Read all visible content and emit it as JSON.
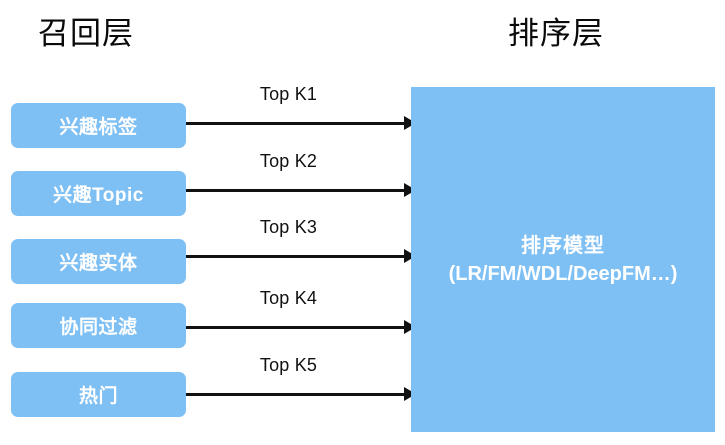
{
  "diagram": {
    "columns": {
      "recall": {
        "title": "召回层"
      },
      "ranking": {
        "title": "排序层"
      }
    },
    "recall_sources": [
      {
        "label": "兴趣标签"
      },
      {
        "label": "兴趣Topic"
      },
      {
        "label": "兴趣实体"
      },
      {
        "label": "协同过滤"
      },
      {
        "label": "热门"
      }
    ],
    "arrows": [
      {
        "label": "Top K1"
      },
      {
        "label": "Top K2"
      },
      {
        "label": "Top K3"
      },
      {
        "label": "Top K4"
      },
      {
        "label": "Top K5"
      }
    ],
    "ranking_box": {
      "title": "排序模型",
      "subtitle": "(LR/FM/WDL/DeepFM…)"
    },
    "colors": {
      "box_blue": "#7fc0f4",
      "box_text": "#ffffff",
      "arrow_black": "#111111",
      "title_text": "#0a0a0a",
      "background": "#ffffff"
    }
  }
}
